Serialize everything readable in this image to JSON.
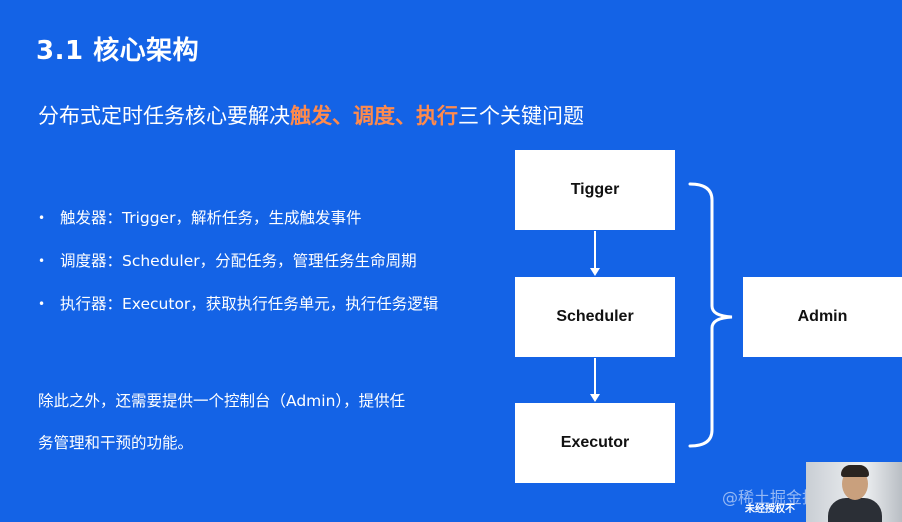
{
  "slide": {
    "title": "3.1 核心架构",
    "subtitle_pre": "分布式定时任务核心要解决",
    "subtitle_hl1": "触发",
    "subtitle_sep1": "、",
    "subtitle_hl2": "调度",
    "subtitle_sep2": "、",
    "subtitle_hl3": "执行",
    "subtitle_post": "三个关键问题",
    "bullets": [
      "触发器：Trigger，解析任务，生成触发事件",
      "调度器：Scheduler，分配任务，管理任务生命周期",
      "执行器：Executor，获取执行任务单元，执行任务逻辑"
    ],
    "bullet_symbol": "•",
    "extra_line1": "除此之外，还需要提供一个控制台（Admin），提供任",
    "extra_line2": "务管理和干预的功能。"
  },
  "diagram": {
    "trigger": "Tigger",
    "scheduler": "Scheduler",
    "executor": "Executor",
    "admin": "Admin"
  },
  "overlay": {
    "watermark": "@稀土掘金技术社区",
    "notice": "未经授权不"
  },
  "colors": {
    "background": "#1463e6",
    "highlight": "#ff8a4c",
    "box": "#ffffff"
  }
}
